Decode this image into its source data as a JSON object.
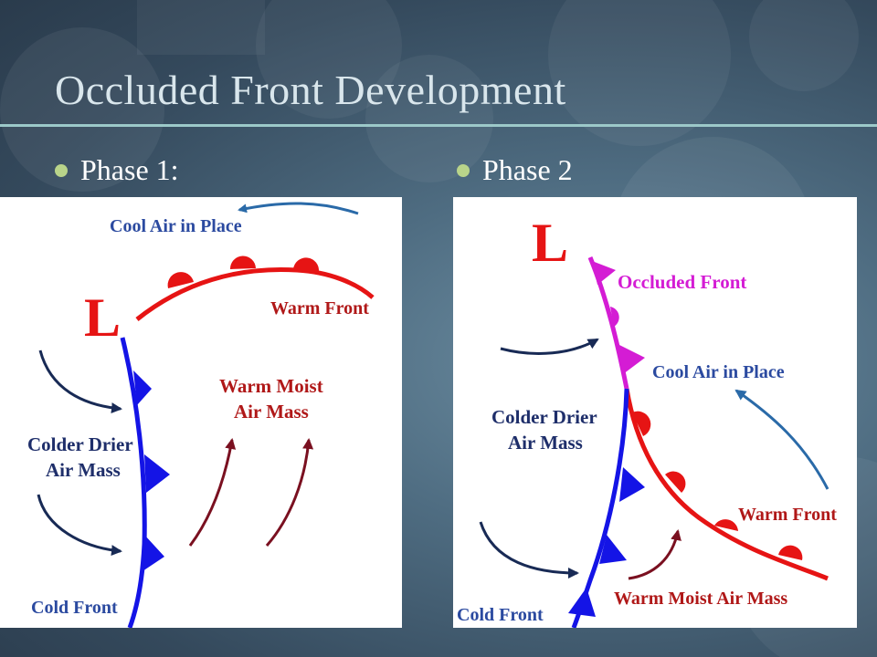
{
  "slide": {
    "title": "Occluded Front Development"
  },
  "phase1": {
    "heading": "Phase 1:",
    "low_symbol": "L",
    "cool_air": "Cool Air in Place",
    "warm_front": "Warm Front",
    "warm_moist_line1": "Warm Moist",
    "warm_moist_line2": "Air Mass",
    "colder_line1": "Colder Drier",
    "colder_line2": "Air Mass",
    "cold_front": "Cold Front"
  },
  "phase2": {
    "heading": "Phase 2",
    "low_symbol": "L",
    "occluded_front": "Occluded Front",
    "cool_air": "Cool Air in Place",
    "colder_line1": "Colder Drier",
    "colder_line2": "Air Mass",
    "warm_front": "Warm Front",
    "warm_moist": "Warm Moist Air Mass",
    "cold_front": "Cold Front"
  },
  "colors": {
    "cold_front": "#1414e6",
    "warm_front": "#e61414",
    "occluded_front": "#d41cd4",
    "label_blue": "#2b4aa0",
    "label_red": "#b01818",
    "label_navy": "#1e2e6a",
    "arrow_dark": "#182a55",
    "arrow_red": "#7a1020",
    "arrow_blue": "#2a6aa8"
  }
}
